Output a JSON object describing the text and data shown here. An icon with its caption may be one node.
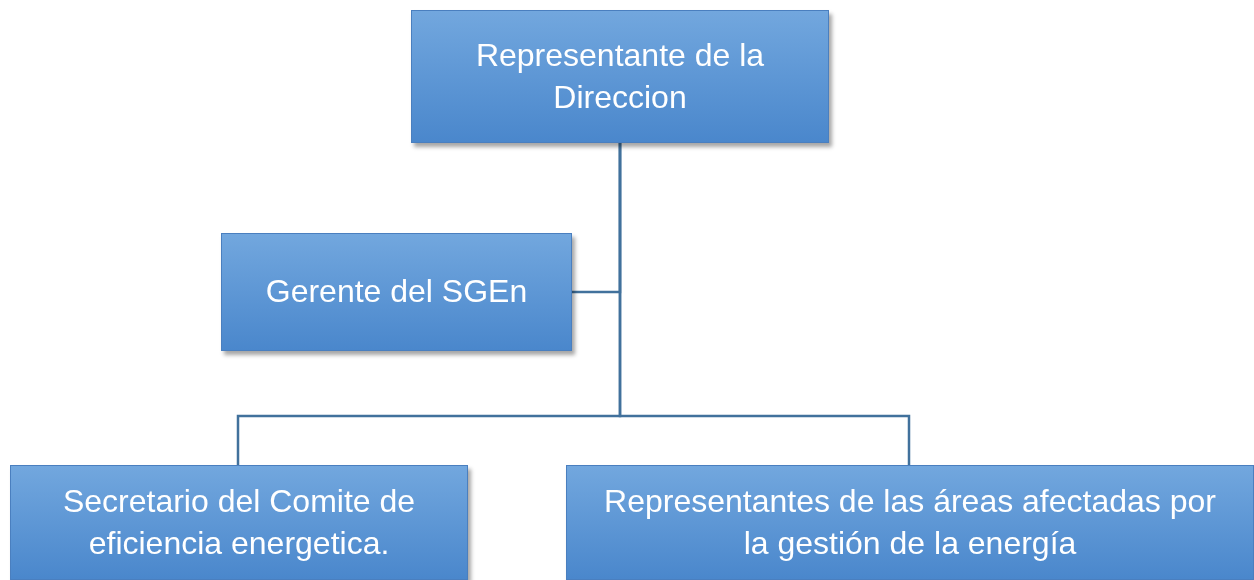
{
  "diagram": {
    "nodes": [
      {
        "text": [
          "Representante de la Direccion"
        ]
      },
      {
        "text": [
          "Gerente del SGEn"
        ]
      },
      {
        "text": [
          "Secretario del Comite de eficiencia energetica."
        ]
      },
      {
        "text": [
          "Representantes de las áreas afectadas por la gestión de la energía"
        ]
      }
    ],
    "edges": [
      {
        "from": 0,
        "to": 1,
        "arrow": "none"
      },
      {
        "from": 0,
        "to": 2,
        "arrow": "none"
      },
      {
        "from": 0,
        "to": 3,
        "arrow": "none"
      }
    ]
  }
}
